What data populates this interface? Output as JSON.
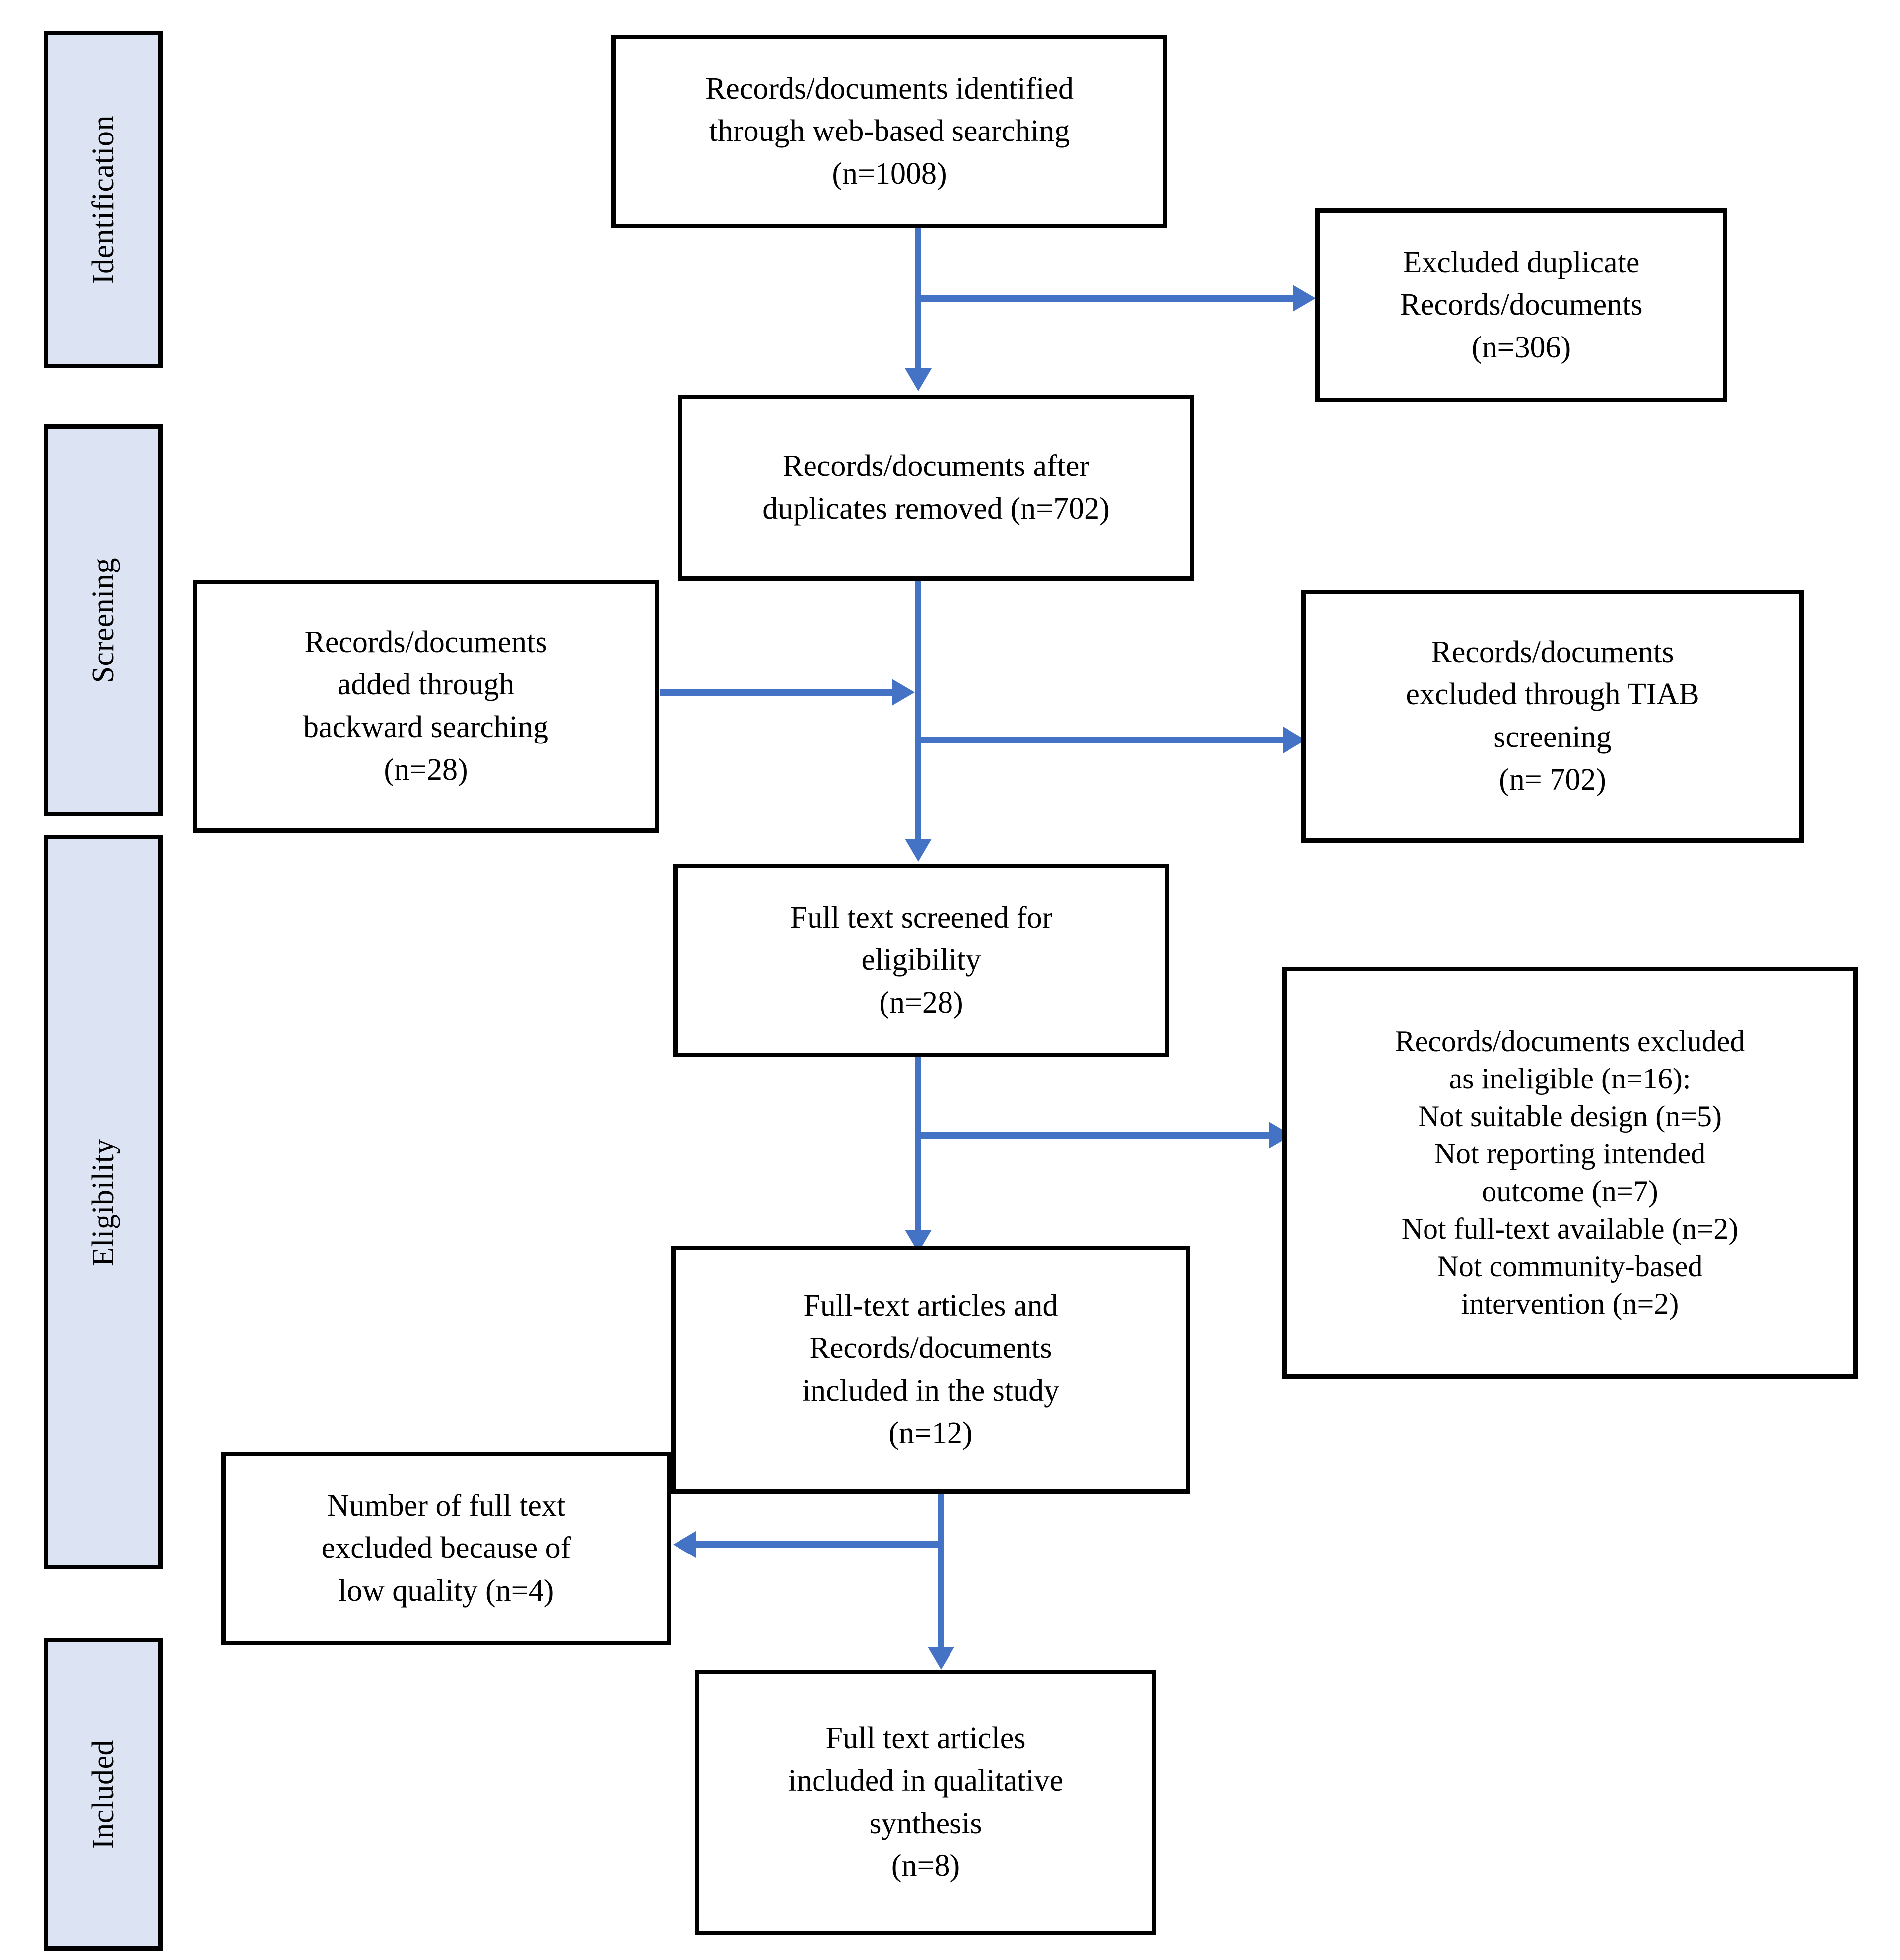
{
  "diagram": {
    "type": "prisma-flow-diagram",
    "accent_color": "#4472C4",
    "stage_bar_fill": "#DCE3F2",
    "box_border_color": "#000000",
    "background": "#ffffff"
  },
  "stages": [
    {
      "id": "identification",
      "label": "Identification"
    },
    {
      "id": "screening",
      "label": "Screening"
    },
    {
      "id": "eligibility",
      "label": "Eligibility"
    },
    {
      "id": "included",
      "label": "Included"
    }
  ],
  "boxes": {
    "identified": {
      "id": "records-identified",
      "lines": [
        "Records/documents identified",
        "through web-based searching",
        "(n=1008)"
      ],
      "n": 1008
    },
    "excluded_duplicates": {
      "id": "excluded-duplicates",
      "lines": [
        "Excluded duplicate",
        "Records/documents",
        "(n=306)"
      ],
      "n": 306
    },
    "after_duplicates": {
      "id": "records-after-duplicates",
      "lines": [
        "Records/documents after",
        "duplicates removed (n=702)"
      ],
      "n": 702
    },
    "backward_search": {
      "id": "records-backward-searching",
      "lines": [
        "Records/documents",
        "added through",
        "backward searching",
        "(n=28)"
      ],
      "n": 28
    },
    "excluded_tiab": {
      "id": "excluded-tiab-screening",
      "lines": [
        "Records/documents",
        "excluded through TIAB",
        "screening",
        "(n= 702)"
      ],
      "n": 702
    },
    "full_text_screened": {
      "id": "full-text-screened",
      "lines": [
        "Full text screened for",
        "eligibility",
        "(n=28)"
      ],
      "n": 28
    },
    "excluded_ineligible": {
      "id": "excluded-ineligible",
      "lines": [
        "Records/documents excluded",
        "as ineligible  (n=16):",
        "Not suitable design (n=5)",
        "Not reporting intended",
        "outcome (n=7)",
        "Not full-text available (n=2)",
        "Not community-based",
        "intervention (n=2)"
      ],
      "n": 16,
      "reasons": [
        {
          "reason": "Not suitable design",
          "n": 5
        },
        {
          "reason": "Not reporting intended outcome",
          "n": 7
        },
        {
          "reason": "Not full-text available",
          "n": 2
        },
        {
          "reason": "Not community-based intervention",
          "n": 2
        }
      ]
    },
    "included_in_study": {
      "id": "included-in-study",
      "lines": [
        "Full-text articles and",
        "Records/documents",
        "included in the study",
        "(n=12)"
      ],
      "n": 12
    },
    "excluded_low_quality": {
      "id": "excluded-low-quality",
      "lines": [
        "Number of full text",
        "excluded because of",
        "low quality (n=4)"
      ],
      "n": 4
    },
    "qualitative_synthesis": {
      "id": "included-qualitative-synthesis",
      "lines": [
        "Full text articles",
        "included in qualitative",
        "synthesis",
        "(n=8)"
      ],
      "n": 8
    }
  }
}
